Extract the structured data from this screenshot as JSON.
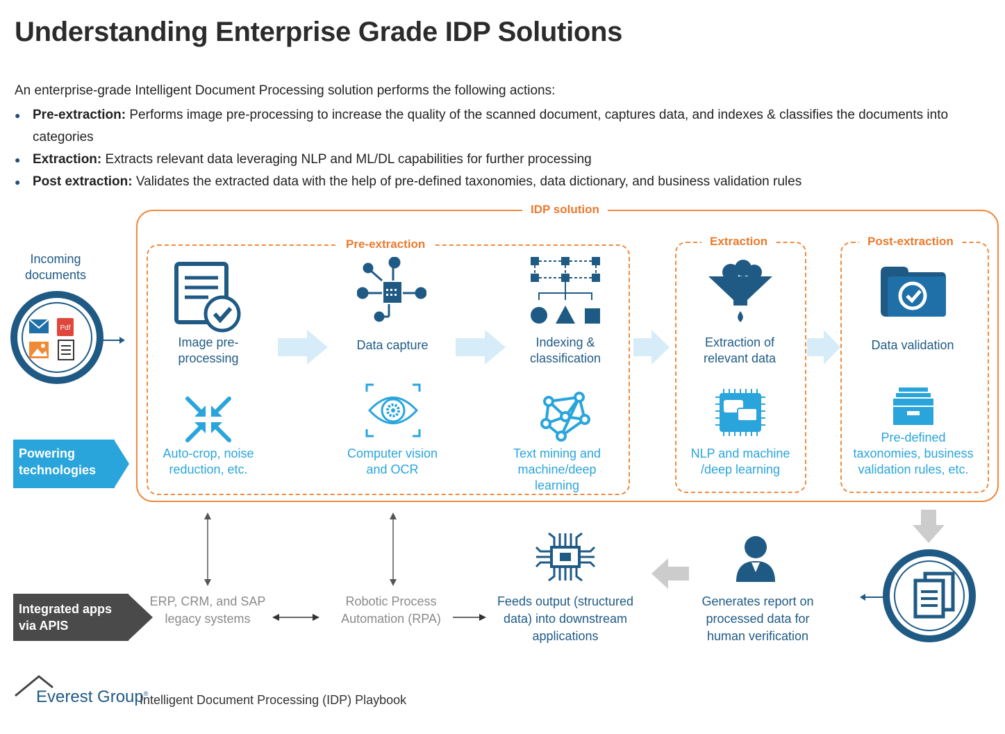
{
  "title": "Understanding Enterprise Grade IDP Solutions",
  "intro": "An enterprise-grade Intelligent Document Processing solution performs the following actions:",
  "bullets": [
    {
      "term": "Pre-extraction:",
      "text": " Performs image pre-processing to increase the quality of the scanned document, captures data, and indexes & classifies the documents into categories"
    },
    {
      "term": "Extraction:",
      "text": " Extracts relevant data leveraging NLP and ML/DL capabilities for further processing"
    },
    {
      "term": "Post extraction:",
      "text": " Validates the extracted data with the help of pre-defined taxonomies, data dictionary, and business validation rules"
    }
  ],
  "diagram": {
    "incoming": "Incoming documents",
    "incoming_icons": [
      "mail-icon",
      "pdf-icon",
      "image-icon",
      "receipt-icon"
    ],
    "powering": "Powering technologies",
    "idp_solution": "IDP solution",
    "sections": {
      "pre_extraction": "Pre-extraction",
      "extraction": "Extraction",
      "post_extraction": "Post-extraction"
    },
    "steps": {
      "image_pre": "Image pre-processing",
      "data_capture": "Data capture",
      "indexing": "Indexing & classification",
      "extraction_of": "Extraction of relevant data",
      "data_validation": "Data validation"
    },
    "technologies": {
      "autocrop": "Auto-crop, noise reduction, etc.",
      "cv_ocr": "Computer vision and OCR",
      "text_mining": "Text mining and machine/deep learning",
      "nlp": "NLP and machine /deep learning",
      "taxonomies": "Pre-defined taxonomies, business validation rules, etc."
    },
    "integrated": "Integrated apps via APIS",
    "bottom": {
      "erp": "ERP, CRM, and SAP legacy systems",
      "rpa": "Robotic Process Automation (RPA)",
      "feeds": "Feeds output (structured data) into downstream applications",
      "report": "Generates report on processed data for human verification"
    }
  },
  "footer": {
    "brand": "Everest Group",
    "reg": "®",
    "playbook": "Intelligent Document Processing (IDP) Playbook"
  },
  "colors": {
    "orange": "#ef8a3e",
    "dark_blue": "#1f5a85",
    "light_blue": "#2aa5dc",
    "grey": "#8a8a8a"
  }
}
